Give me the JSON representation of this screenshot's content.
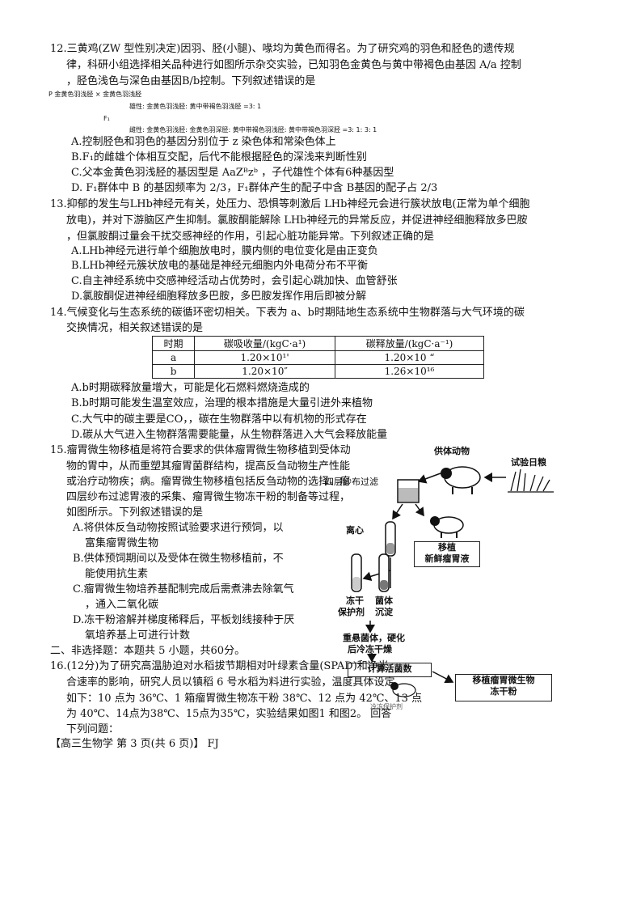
{
  "q12": {
    "stem1": "12.三黄鸡(ZW 型性别决定)因羽、胫(小腿)、喙均为黄色而得名。为了研究鸡的羽色和胫色的遗传规",
    "stem2": "律，科研小组选择相关品种进行如图所示杂交实验，已知羽色金黄色与黄中带褐色由基因 A/a 控制",
    "stem3": "，胫色浅色与深色由基因B/b控制。下列叙述错误的是",
    "cross_p": "P  金黄色羽浅胫 × 金黄色羽浅胫",
    "cross_male": "雄性: 金黄色羽浅胫: 黄中带褐色羽浅胫 =3: 1",
    "cross_f1": "F₁",
    "cross_female": "雌性: 金黄色羽浅胫: 金黄色羽深胫: 黄中带褐色羽浅胫: 黄中带褐色羽深胫  =3: 1: 3: 1",
    "optA": "A.控制胫色和羽色的基因分别位于 z 染色体和常染色体上",
    "optB": "B.F₁的雌雄个体相互交配，后代不能根据胫色的深浅来判断性别",
    "optC": "C.父本金黄色羽浅胫的基因型是 AaZᴮzᵇ ，子代雄性个体有6种基因型",
    "optD": "D. F₁群体中 B 的基因频率为 2/3，F₁群体产生的配子中含 B基因的配子占 2/3"
  },
  "q13": {
    "stem1": "13.抑郁的发生与LHb神经元有关，处压力、恐惧等刺激后 LHb神经元会进行簇状放电(正常为单个细胞",
    "stem2": "放电)，并对下游脑区产生抑制。氯胺酮能解除 LHb神经元的异常反应，并促进神经细胞释放多巴胺",
    "stem3": "，但氯胺酮过量会干扰交感神经的作用，引起心脏功能异常。下列叙述正确的是",
    "optA": "A.LHb神经元进行单个细胞放电时，膜内侧的电位变化是由正变负",
    "optB": "B.LHb神经元簇状放电的基础是神经元细胞内外电荷分布不平衡",
    "optC": "C.自主神经系统中交感神经活动占优势时，会引起心跳加快、血管舒张",
    "optD": "D.氯胺酮促进神经细胞释放多巴胺，多巴胺发挥作用后即被分解"
  },
  "q14": {
    "stem1": "14.气候变化与生态系统的碳循环密切相关。下表为 a、b时期陆地生态系统中生物群落与大气环境的碳",
    "stem2": "交换情况，相关叙述错误的是",
    "table": {
      "headers": [
        "时期",
        "碳吸收量/(kgC·a¹)",
        "碳释放量/(kgC·a⁻¹)"
      ],
      "rows": [
        [
          "a",
          "1.20×10¹'",
          "1.20×10 “"
        ],
        [
          "b",
          "1.20×10″",
          "1.26×10¹⁶"
        ]
      ]
    },
    "optA": "A.b时期碳释放量增大，可能是化石燃料燃烧造成的",
    "optB": "B.b时期可能发生温室效应，治理的根本措施是大量引进外来植物",
    "optC": "C.大气中的碳主要是CO，，碳在生物群落中以有机物的形式存在",
    "optD": "D.碳从大气进入生物群落需要能量，从生物群落进入大气会释放能量"
  },
  "q15": {
    "stem1": "15.瘤胃微生物移植是将符合要求的供体瘤胃微生物移植到受体动",
    "stem2": "物的胃中，从而重塑其瘤胃菌群结构，提高反刍动物生产性能",
    "stem3": "或治疗动物疾；病。瘤胃微生物移植包括反刍动物的选择、瘤",
    "stem4": "四层纱布过滤胃液的采集、瘤胃微生物冻干粉的制备等过程，",
    "stem5": "如图所示。下列叙述错误的是",
    "optA1": "A.将供体反刍动物按照试验要求进行预饲，以",
    "optA2": "富集瘤胃微生物",
    "optB1": "B.供体预饲期间以及受体在微生物移植前，不",
    "optB2": "能使用抗生素",
    "optC1": "C.瘤胃微生物培养基配制完成后需煮沸去除氧气",
    "optC2": "，通入二氧化碳",
    "optD1": "D.冻干粉溶解并梯度稀释后，平板划线接种于厌",
    "optD2": "氧培养基上可进行计数"
  },
  "diagram": {
    "donor": "供体动物",
    "feed": "试验日粮",
    "gauze": "四层纱布过滤",
    "centrifuge": "离心",
    "transplant1": "移植",
    "transplant2": "新鲜瘤胃液",
    "freeze1": "冻干",
    "freeze2": "保护剂",
    "sed1": "菌体",
    "sed2": "沉淀",
    "resuspend1": "重悬菌体，硬化",
    "resuspend2": "后冷冻干燥",
    "count": "计算活菌数",
    "powder1": "移植瘤胃微生物",
    "powder2": "冻干粉",
    "watermark": "冷冻保护剂"
  },
  "part2": {
    "heading": "二、非选择题：本题共 5 小题，共60分。"
  },
  "q16": {
    "line1": "16.(12分)为了研究高温胁迫对水稻拔节期相对叶绿素含量(SPAD)和净光",
    "line2": "合速率的影响，研究人员以镇稻 6 号水稻为料进行实验，温度具体设定",
    "line3": "如下：10 点为 36℃、1 箱瘤胃微生物冻干粉 38℃、12 点为 42℃、13 点",
    "line4": "为 40℃、14点为38℃、15点为35℃，实验结果如图1 和图2。  回答",
    "line5": "下列问题："
  },
  "footer": "【高三生物学 第 3 页(共 6 页)】 FJ"
}
